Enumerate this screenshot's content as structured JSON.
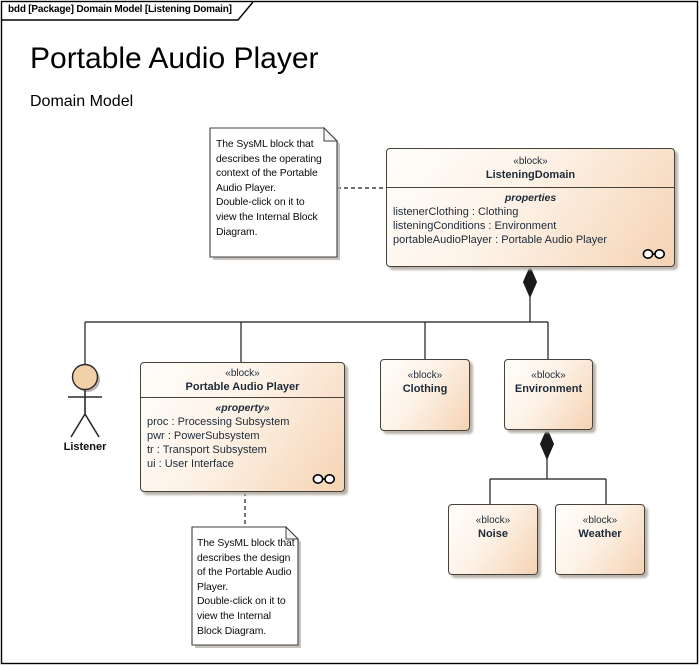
{
  "frame": {
    "tab_label": "bdd [Package] Domain Model [Listening Domain]"
  },
  "header": {
    "title": "Portable Audio Player",
    "subtitle": "Domain Model"
  },
  "notes": {
    "context_note": "The SysML block that\ndescribes the operating\ncontext of the Portable\nAudio Player.\nDouble-click on it to\nview the Internal Block\nDiagram.",
    "design_note": "The SysML block that\ndescribes the design\nof the Portable Audio\nPlayer.\nDouble-click on it to\nview the Internal\nBlock Diagram."
  },
  "actor": {
    "name": "Listener"
  },
  "blocks": {
    "listening_domain": {
      "stereotype": "«block»",
      "name": "ListeningDomain",
      "compartment_label": "properties",
      "attributes": [
        "listenerClothing : Clothing",
        "listeningConditions : Environment",
        "portableAudioPlayer : Portable Audio Player"
      ]
    },
    "portable_audio_player": {
      "stereotype": "«block»",
      "name": "Portable Audio Player",
      "compartment_label": "«property»",
      "attributes": [
        "proc : Processing Subsystem",
        "pwr : PowerSubsystem",
        "tr : Transport Subsystem",
        "ui : User Interface"
      ]
    },
    "clothing": {
      "stereotype": "«block»",
      "name": "Clothing"
    },
    "environment": {
      "stereotype": "«block»",
      "name": "Environment"
    },
    "noise": {
      "stereotype": "«block»",
      "name": "Noise"
    },
    "weather": {
      "stereotype": "«block»",
      "name": "Weather"
    }
  },
  "colors": {
    "block_fill_light": "#fffefb",
    "block_fill_dark": "#f5d3b3",
    "block_border": "#45413b",
    "text": "#1d2a38",
    "note_bg": "#ffffff",
    "note_border": "#3f3f3f",
    "shadow": "#bab3ab",
    "connector": "#1a1a1a",
    "actor_fill": "#f2d0a8",
    "frame_border": "#000000"
  }
}
